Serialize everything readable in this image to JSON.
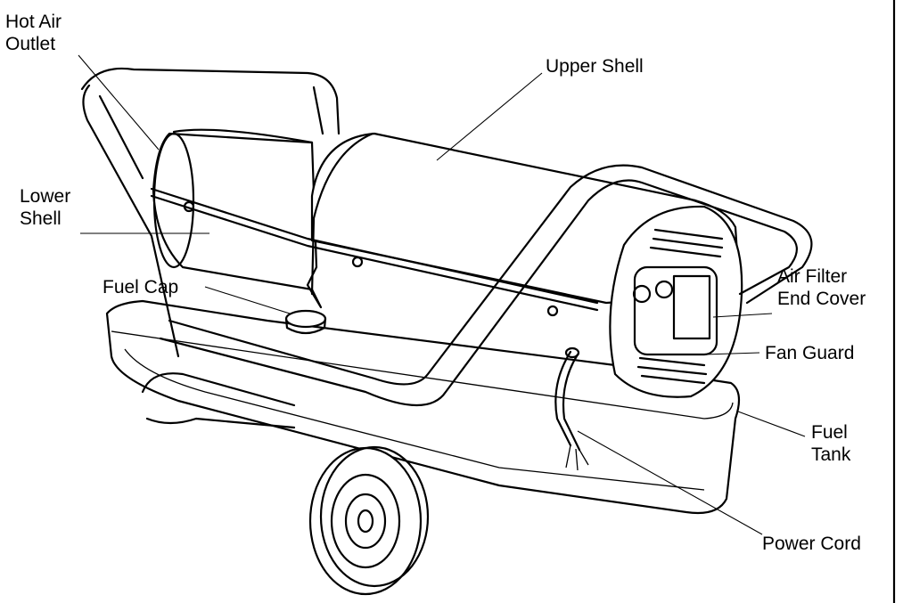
{
  "labels": {
    "hot_air_outlet": "Hot Air\nOutlet",
    "upper_shell": "Upper Shell",
    "lower_shell": "Lower\nShell",
    "fuel_cap": "Fuel Cap",
    "air_filter_end_cover": "Air Filter\nEnd Cover",
    "fan_guard": "Fan Guard",
    "fuel_tank": "Fuel\nTank",
    "power_cord": "Power Cord"
  },
  "colors": {
    "line": "#000000",
    "background": "#ffffff"
  }
}
